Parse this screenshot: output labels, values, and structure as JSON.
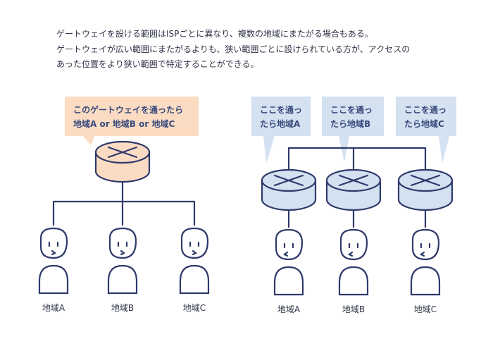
{
  "intro": {
    "line1": "ゲートウェイを設ける範囲はISPごとに異なり、複数の地域にまたがる場合もある。",
    "line2": "ゲートウェイが広い範囲にまたがるよりも、狭い範囲ごとに設けられている方が、アクセスの",
    "line3": "あった位置をより狭い範囲で特定することができる。"
  },
  "left": {
    "bubble_line1": "このゲートウェイを通ったら",
    "bubble_line2": "地域A or 地域B or 地域C",
    "users": [
      "地域A",
      "地域B",
      "地域C"
    ]
  },
  "right": {
    "bubbles": [
      {
        "line1": "ここを通っ",
        "line2": "たら地域A"
      },
      {
        "line1": "ここを通っ",
        "line2": "たら地域B"
      },
      {
        "line1": "ここを通っ",
        "line2": "たら地域C"
      }
    ],
    "users": [
      "地域A",
      "地域B",
      "地域C"
    ]
  },
  "colors": {
    "stroke": "#2f3a6b",
    "left_fill": "#fbdcc3",
    "right_fill": "#d3e1f1"
  }
}
